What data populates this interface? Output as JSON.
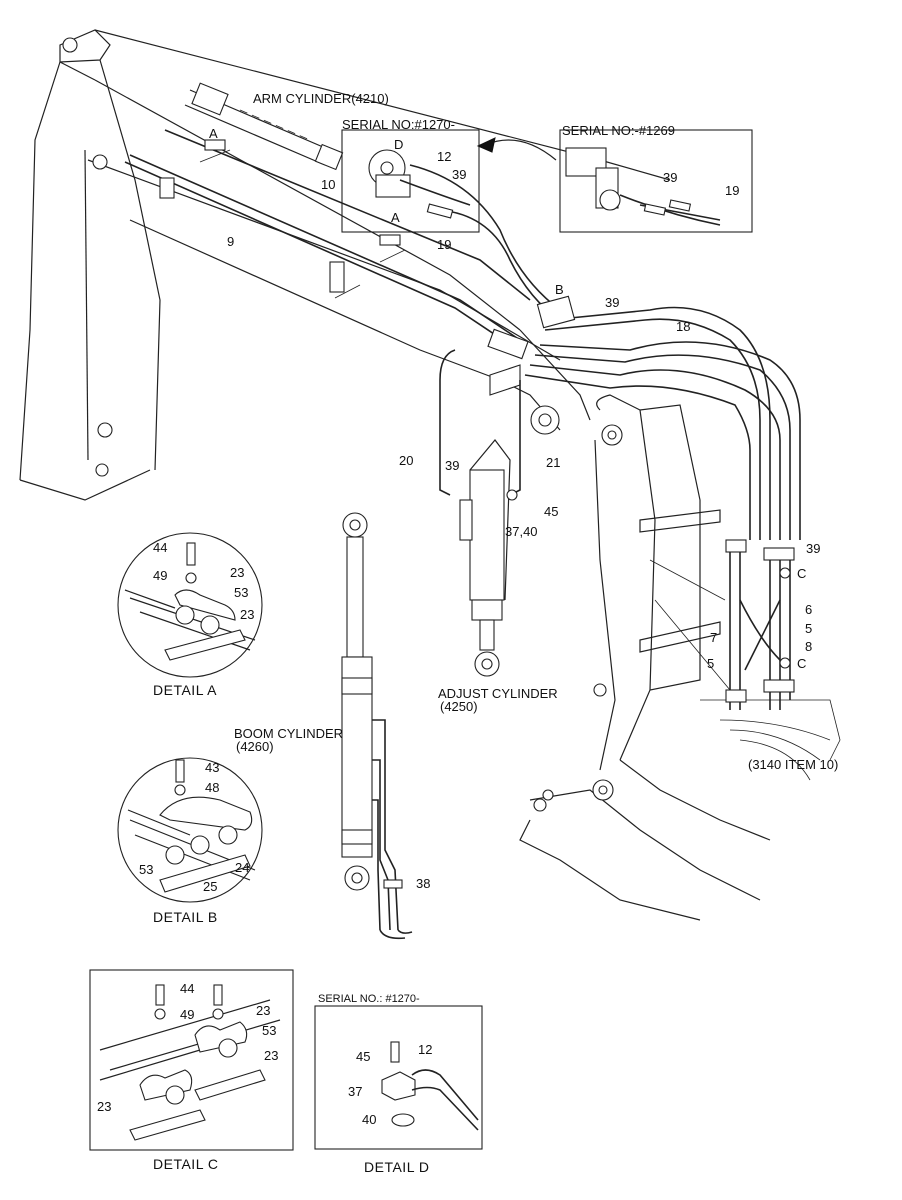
{
  "labels": {
    "arm_cylinder": "ARM CYLINDER(4210)",
    "serial_after": "SERIAL NO:#1270-",
    "serial_before": "SERIAL NO:-#1269",
    "serial_detail_d": "SERIAL NO.: #1270-",
    "adjust_cylinder_1": "ADJUST CYLINDER",
    "adjust_cylinder_2": "(4250)",
    "boom_cylinder_1": "BOOM CYLINDER",
    "boom_cylinder_2": "(4260)",
    "ref_item": "(3140 ITEM 10)",
    "detail_a": "DETAIL  A",
    "detail_b": "DETAIL  B",
    "detail_c": "DETAIL  C",
    "detail_d": "DETAIL D"
  },
  "callouts": {
    "a1": "A",
    "a2": "A",
    "b": "B",
    "c1": "C",
    "c2": "C",
    "d": "D",
    "p9": "9",
    "p10": "10",
    "p12": "12",
    "p39a": "39",
    "p19a": "19",
    "p39b": "39",
    "p19b": "19",
    "p39c": "39",
    "p18": "18",
    "p20": "20",
    "p39d": "39",
    "p21": "21",
    "p45": "45",
    "p3740": "37,40",
    "p39e": "39",
    "p6": "6",
    "p5a": "5",
    "p8": "8",
    "p7": "7",
    "p5b": "5",
    "p38": "38",
    "da44": "44",
    "da49": "49",
    "da23a": "23",
    "da53": "53",
    "da23b": "23",
    "db43": "43",
    "db48": "48",
    "db24": "24",
    "db53": "53",
    "db25": "25",
    "dc44": "44",
    "dc49": "49",
    "dc23a": "23",
    "dc53": "53",
    "dc23b": "23",
    "dc23c": "23",
    "dd45": "45",
    "dd12": "12",
    "dd37": "37",
    "dd40": "40"
  }
}
